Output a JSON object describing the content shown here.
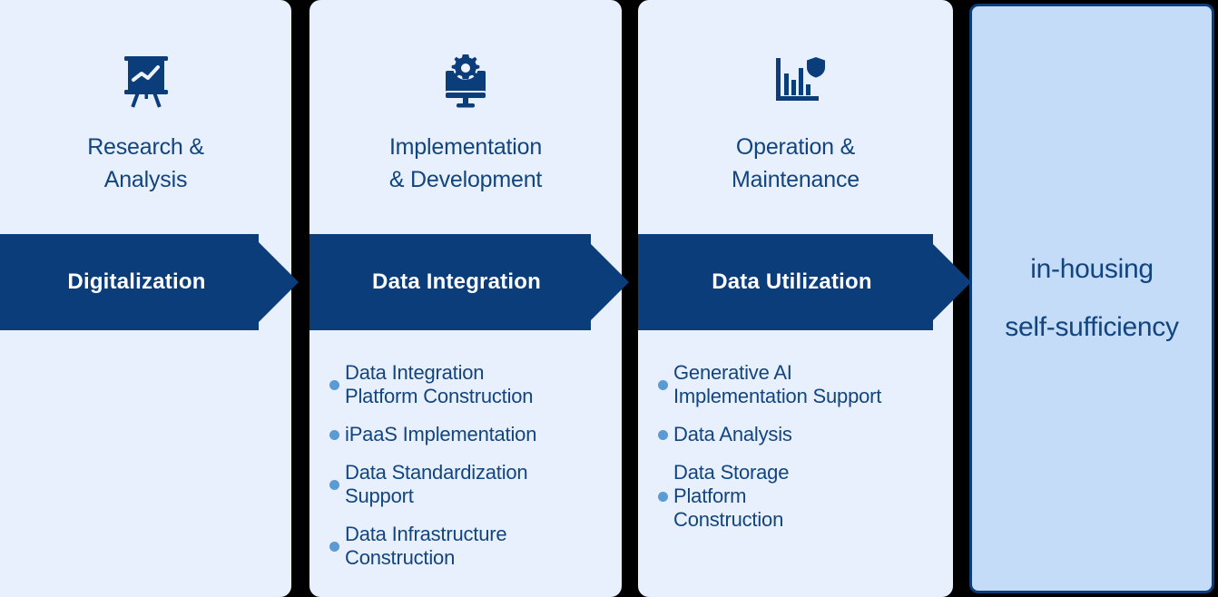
{
  "colors": {
    "panel_bg": "#e9f0fd",
    "banner_navy": "#0b3d7b",
    "text_blue": "#12457f",
    "bullet_blue": "#5b9bd5",
    "outcome_bg": "#c4dcf7",
    "outcome_border": "#0b3d7b",
    "page_bg": "#000000"
  },
  "stages": [
    {
      "icon": "presentation-chart-icon",
      "title": "Research &\nAnalysis",
      "banner": "Digitalization",
      "bullets": []
    },
    {
      "icon": "monitor-gear-icon",
      "title": "Implementation\n& Development",
      "banner": "Data Integration",
      "bullets": [
        "Data Integration\nPlatform Construction",
        "iPaaS Implementation",
        "Data Standardization\nSupport",
        "Data Infrastructure\nConstruction"
      ]
    },
    {
      "icon": "bar-chart-shield-icon",
      "title": "Operation &\nMaintenance",
      "banner": "Data Utilization",
      "bullets": [
        "Generative AI\nImplementation Support",
        "Data Analysis",
        "Data Storage\nPlatform\nConstruction"
      ]
    }
  ],
  "outcome": {
    "line1": "in-housing",
    "line2": "self-sufficiency"
  }
}
